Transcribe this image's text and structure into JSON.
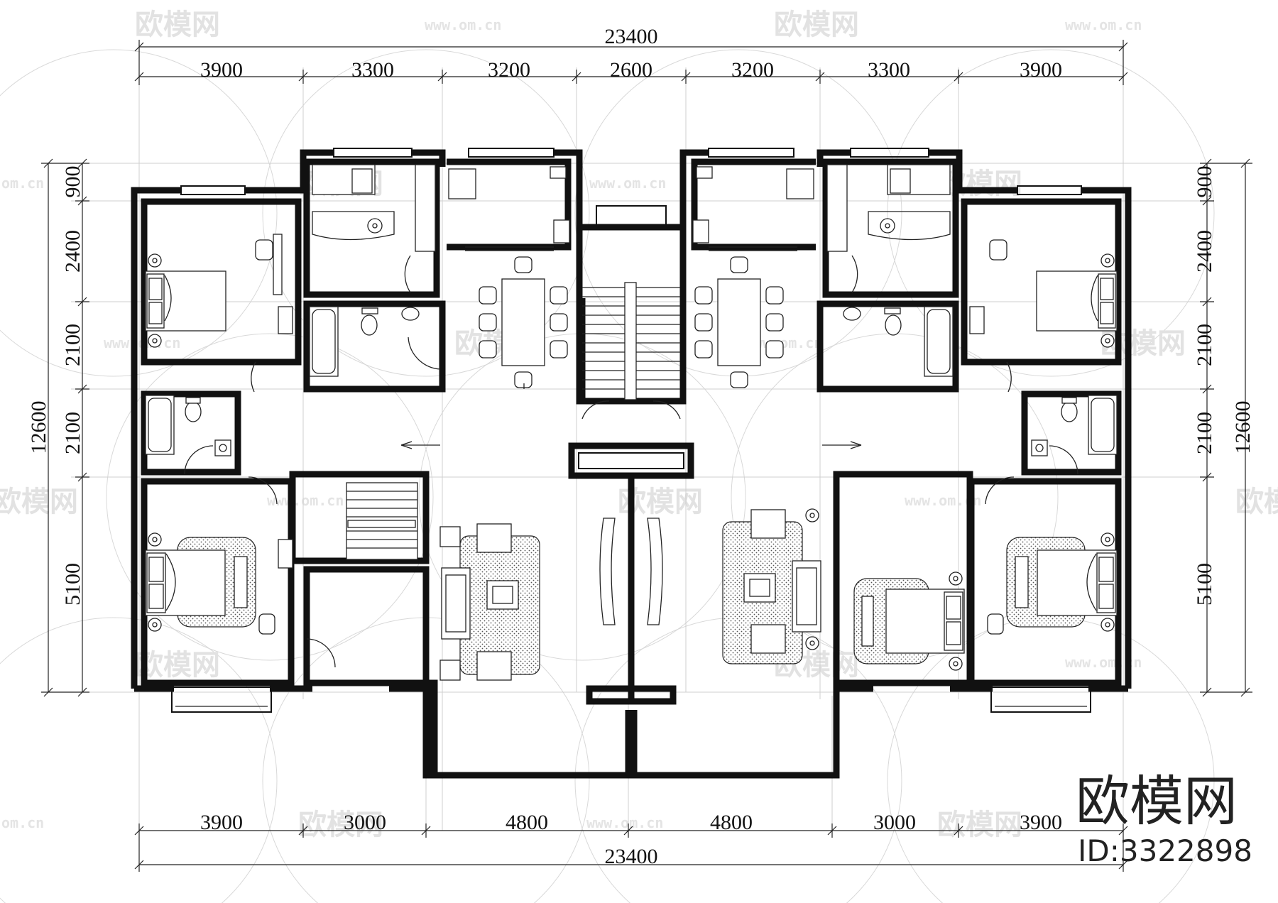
{
  "watermark": {
    "brand_cn": "欧模网",
    "url_text": "www.om.cn",
    "edge_text": "om.cn"
  },
  "dimensions": {
    "top_total": "23400",
    "top_segments": [
      "3900",
      "3300",
      "3200",
      "2600",
      "3200",
      "3300",
      "3900"
    ],
    "bottom_total": "23400",
    "bottom_segments": [
      "3900",
      "3000",
      "4800",
      "4800",
      "3000",
      "3900"
    ],
    "left_total": "12600",
    "left_segments": [
      "900",
      "2400",
      "2100",
      "2100",
      "5100"
    ],
    "right_total": "12600",
    "right_segments": [
      "900",
      "2400",
      "2100",
      "2100",
      "5100"
    ]
  },
  "brand": {
    "logo_text": "欧模网",
    "id_text": "ID:3322898"
  }
}
